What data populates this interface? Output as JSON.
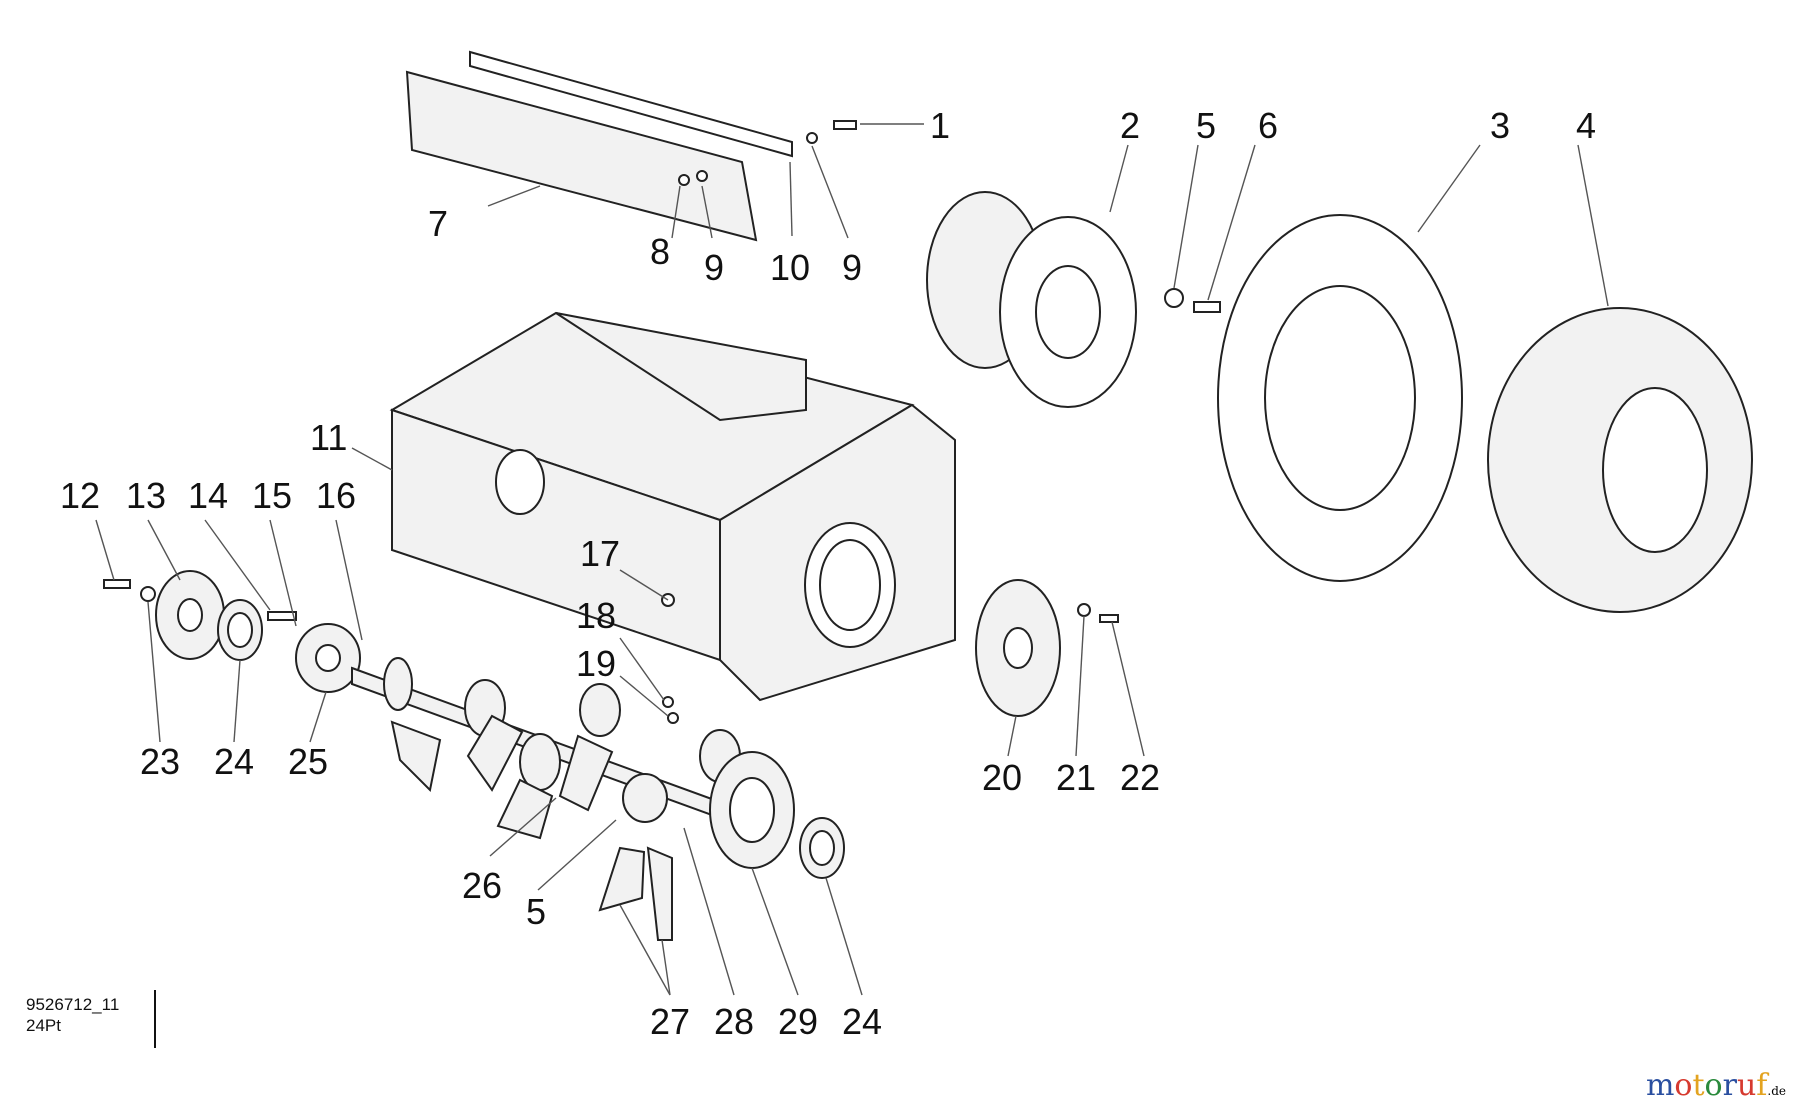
{
  "diagram": {
    "labels": [
      "1",
      "2",
      "5",
      "6",
      "3",
      "4",
      "7",
      "8",
      "9",
      "10",
      "9",
      "11",
      "12",
      "13",
      "14",
      "15",
      "16",
      "17",
      "18",
      "19",
      "23",
      "24",
      "25",
      "20",
      "21",
      "22",
      "26",
      "5",
      "27",
      "28",
      "29",
      "24"
    ],
    "reference": {
      "code": "9526712_11",
      "sub": "24Pt"
    },
    "watermark": {
      "text": "motoruf",
      "suffix": ".de",
      "colors": [
        "#2a4fa0",
        "#d63a2f",
        "#e3a320",
        "#2a8a3c"
      ]
    }
  }
}
